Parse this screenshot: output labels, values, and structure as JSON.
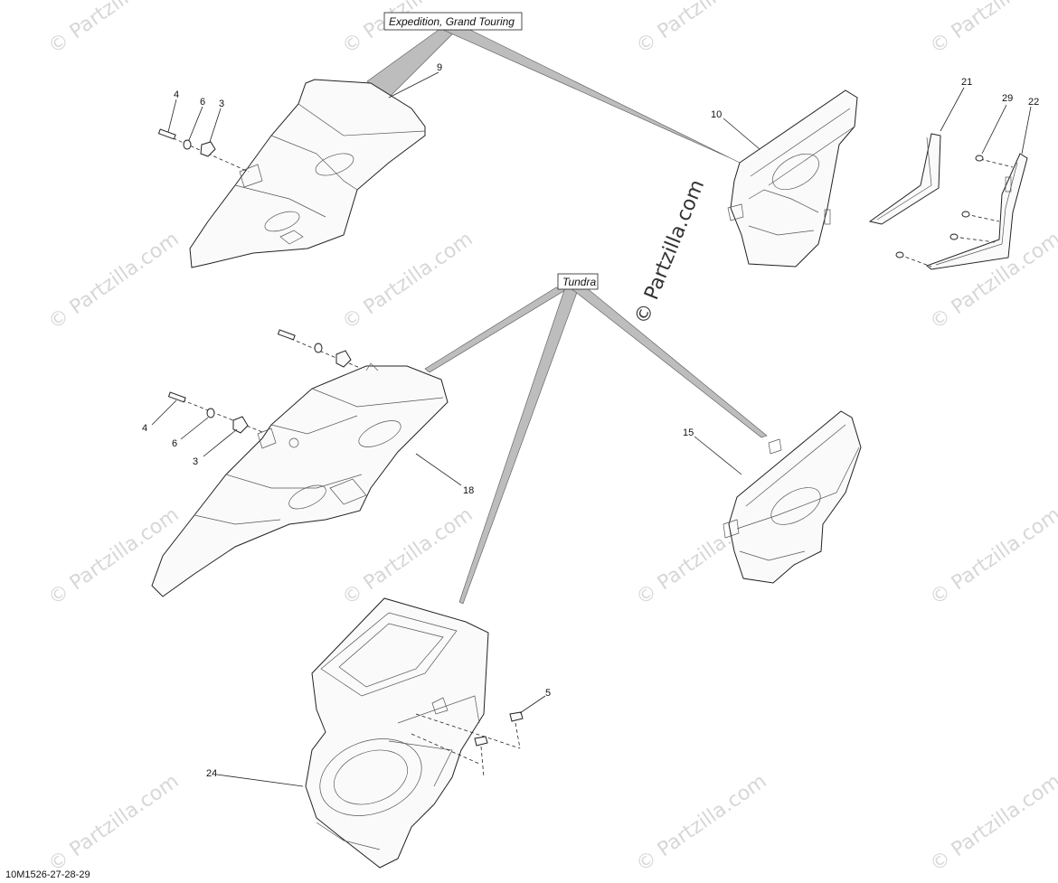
{
  "diagram": {
    "group_labels": {
      "expedition": "Expedition, Grand Touring",
      "tundra": "Tundra"
    },
    "callouts": {
      "c9": "9",
      "c4a": "4",
      "c6a": "6",
      "c3a": "3",
      "c10": "10",
      "c21": "21",
      "c29": "29",
      "c22": "22",
      "c15": "15",
      "c4b": "4",
      "c6b": "6",
      "c3b": "3",
      "c18": "18",
      "c5": "5",
      "c24": "24"
    },
    "drawing_code": "10M1526-27-28-29",
    "watermark": "© Partzilla.com"
  }
}
